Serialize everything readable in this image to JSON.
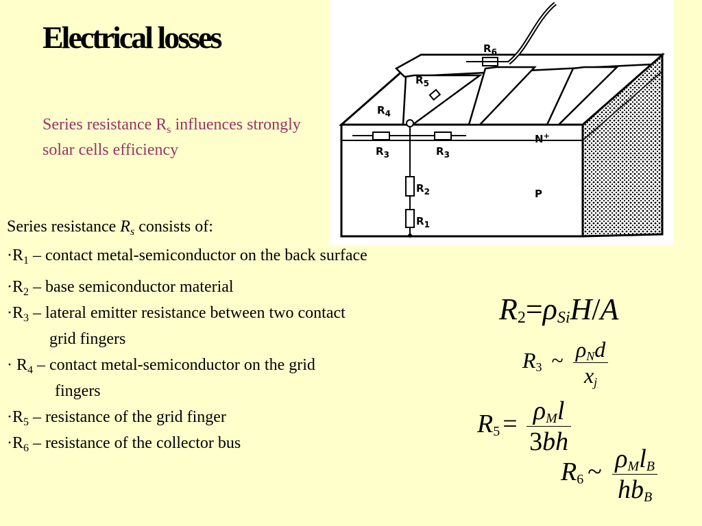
{
  "slide": {
    "title": "Electrical losses",
    "subtitle_pre": "Series resistance R",
    "subtitle_sub": "s",
    "subtitle_post": " influences strongly solar cells efficiency"
  },
  "figure": {
    "labels": {
      "r1": "R",
      "r2": "R",
      "r3a": "R",
      "r3b": "R",
      "r4": "R",
      "r5": "R",
      "r6": "R",
      "s1": "1",
      "s2": "2",
      "s3": "3",
      "s4": "4",
      "s5": "5",
      "s6": "6",
      "n": "N",
      "nplus": "+",
      "p": "P"
    }
  },
  "body": {
    "intro_pre": "Series resistance ",
    "intro_var": "R",
    "intro_sub": "s",
    "intro_post": " consists of:",
    "items": [
      {
        "bullet": "·",
        "name": "R",
        "sub": "1",
        "text": " – contact metal-semiconductor on the back surface"
      },
      {
        "bullet": "·",
        "name": "R",
        "sub": "2",
        "text": " – base semiconductor material"
      },
      {
        "bullet": "·",
        "name": "R",
        "sub": "3",
        "text": " – lateral emitter resistance between two contact",
        "cont": "grid   fingers"
      },
      {
        "bullet": "· ",
        "name": "R",
        "sub": "4",
        "text": " – contact metal-semiconductor on the grid",
        "cont": "fingers"
      },
      {
        "bullet": "·",
        "name": "R",
        "sub": "5",
        "text": " – resistance of the grid finger"
      },
      {
        "bullet": "·",
        "name": "R",
        "sub": "6",
        "text": " – resistance of the collector bus"
      }
    ]
  },
  "formulas": {
    "f2": {
      "lhs": "R",
      "lhs_sub": "2",
      "rel": "=",
      "rho": "ρ",
      "rho_sub": "Si",
      "rest": "H",
      "slash": "/",
      "tail": "A"
    },
    "f3": {
      "lhs": "R",
      "lhs_sub": "3",
      "rel": "~",
      "rho": "ρ",
      "rho_sub": "N",
      "num_tail": "d",
      "den": "x",
      "den_sub": "j"
    },
    "f5": {
      "lhs": "R",
      "lhs_sub": "5",
      "rel": "=",
      "rho": "ρ",
      "rho_sub": "M",
      "num_tail": "l",
      "den_num": "3",
      "den": "bh"
    },
    "f6": {
      "lhs": "R",
      "lhs_sub": "6",
      "rel": "~",
      "rho": "ρ",
      "rho_sub": "M",
      "num_tail": "l",
      "num_tail_sub": "B",
      "den": "hb",
      "den_sub": "B"
    }
  }
}
